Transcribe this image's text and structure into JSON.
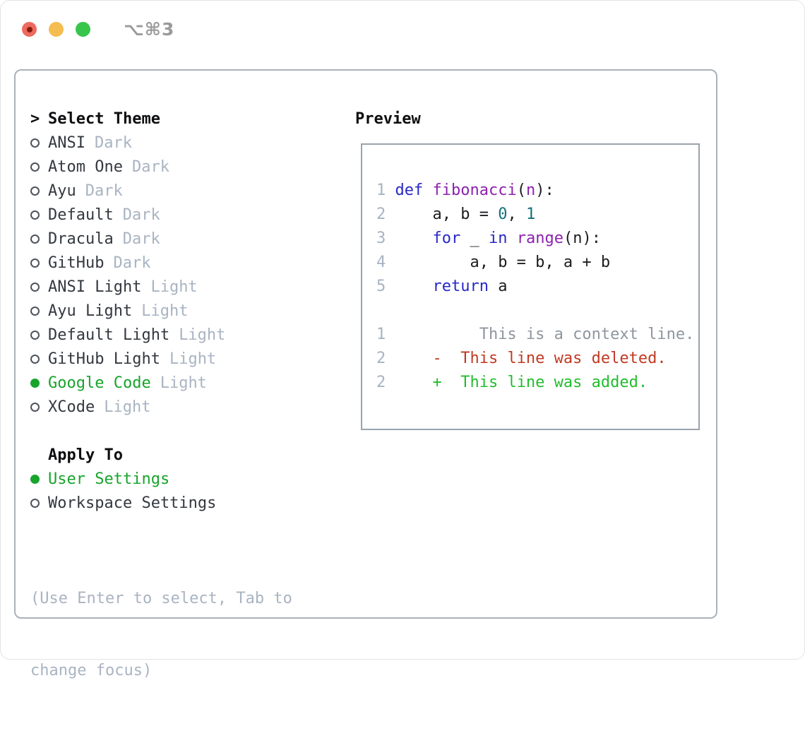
{
  "window": {
    "title": "⌥⌘3",
    "traffic_lights": [
      "close",
      "minimize",
      "zoom"
    ]
  },
  "palette": {
    "kw": "#2828c8",
    "fn": "#8c22ae",
    "num": "#14707a",
    "plain": "#1b1d20",
    "ctx": "#8e969f",
    "del": "#c13a24",
    "add": "#22bd2d",
    "lnum": "#a6b3c2",
    "green": "#17a42c",
    "tag": "#a9b4c2",
    "name": "#33383f",
    "ring": "#4e545c",
    "border": "#a9b1ba",
    "titlegray": "#9a9a9a"
  },
  "theme_panel": {
    "header": {
      "prefix": ">",
      "label": "Select Theme"
    },
    "themes": [
      {
        "name": "ANSI",
        "tag": "Dark",
        "selected": false
      },
      {
        "name": "Atom One",
        "tag": "Dark",
        "selected": false
      },
      {
        "name": "Ayu",
        "tag": "Dark",
        "selected": false
      },
      {
        "name": "Default",
        "tag": "Dark",
        "selected": false
      },
      {
        "name": "Dracula",
        "tag": "Dark",
        "selected": false
      },
      {
        "name": "GitHub",
        "tag": "Dark",
        "selected": false
      },
      {
        "name": "ANSI Light",
        "tag": "Light",
        "selected": false
      },
      {
        "name": "Ayu Light",
        "tag": "Light",
        "selected": false
      },
      {
        "name": "Default Light",
        "tag": "Light",
        "selected": false
      },
      {
        "name": "GitHub Light",
        "tag": "Light",
        "selected": false
      },
      {
        "name": "Google Code",
        "tag": "Light",
        "selected": true
      },
      {
        "name": "XCode",
        "tag": "Light",
        "selected": false
      }
    ],
    "apply_to": {
      "label": "Apply To",
      "options": [
        {
          "name": "User Settings",
          "selected": true
        },
        {
          "name": "Workspace Settings",
          "selected": false
        }
      ]
    },
    "hint_line1": "(Use Enter to select, Tab to",
    "hint_line2": "change focus)"
  },
  "preview": {
    "label": "Preview",
    "lines": [
      {
        "num": "1",
        "tokens": [
          {
            "t": " ",
            "c": "plain"
          },
          {
            "t": "def",
            "c": "kw"
          },
          {
            "t": " ",
            "c": "plain"
          },
          {
            "t": "fibonacci",
            "c": "fn"
          },
          {
            "t": "(",
            "c": "plain"
          },
          {
            "t": "n",
            "c": "fn"
          },
          {
            "t": "):",
            "c": "plain"
          }
        ]
      },
      {
        "num": "2",
        "tokens": [
          {
            "t": "     a, b = ",
            "c": "plain"
          },
          {
            "t": "0",
            "c": "num"
          },
          {
            "t": ", ",
            "c": "plain"
          },
          {
            "t": "1",
            "c": "num"
          }
        ]
      },
      {
        "num": "3",
        "tokens": [
          {
            "t": "     ",
            "c": "plain"
          },
          {
            "t": "for",
            "c": "kw"
          },
          {
            "t": " _ ",
            "c": "plain"
          },
          {
            "t": "in",
            "c": "kw"
          },
          {
            "t": " ",
            "c": "plain"
          },
          {
            "t": "range",
            "c": "fn"
          },
          {
            "t": "(n):",
            "c": "plain"
          }
        ]
      },
      {
        "num": "4",
        "tokens": [
          {
            "t": "         a, b = b, a + b",
            "c": "plain"
          }
        ]
      },
      {
        "num": "5",
        "tokens": [
          {
            "t": "     ",
            "c": "plain"
          },
          {
            "t": "return",
            "c": "kw"
          },
          {
            "t": " a",
            "c": "plain"
          }
        ]
      },
      {
        "num": "",
        "tokens": []
      },
      {
        "num": "1",
        "tokens": [
          {
            "t": "          This is a context line.",
            "c": "ctx"
          }
        ]
      },
      {
        "num": "2",
        "tokens": [
          {
            "t": "     ",
            "c": "plain"
          },
          {
            "t": "-  This line was deleted.",
            "c": "del"
          }
        ]
      },
      {
        "num": "2",
        "tokens": [
          {
            "t": "     ",
            "c": "plain"
          },
          {
            "t": "+  This line was added.",
            "c": "add"
          }
        ]
      }
    ]
  }
}
